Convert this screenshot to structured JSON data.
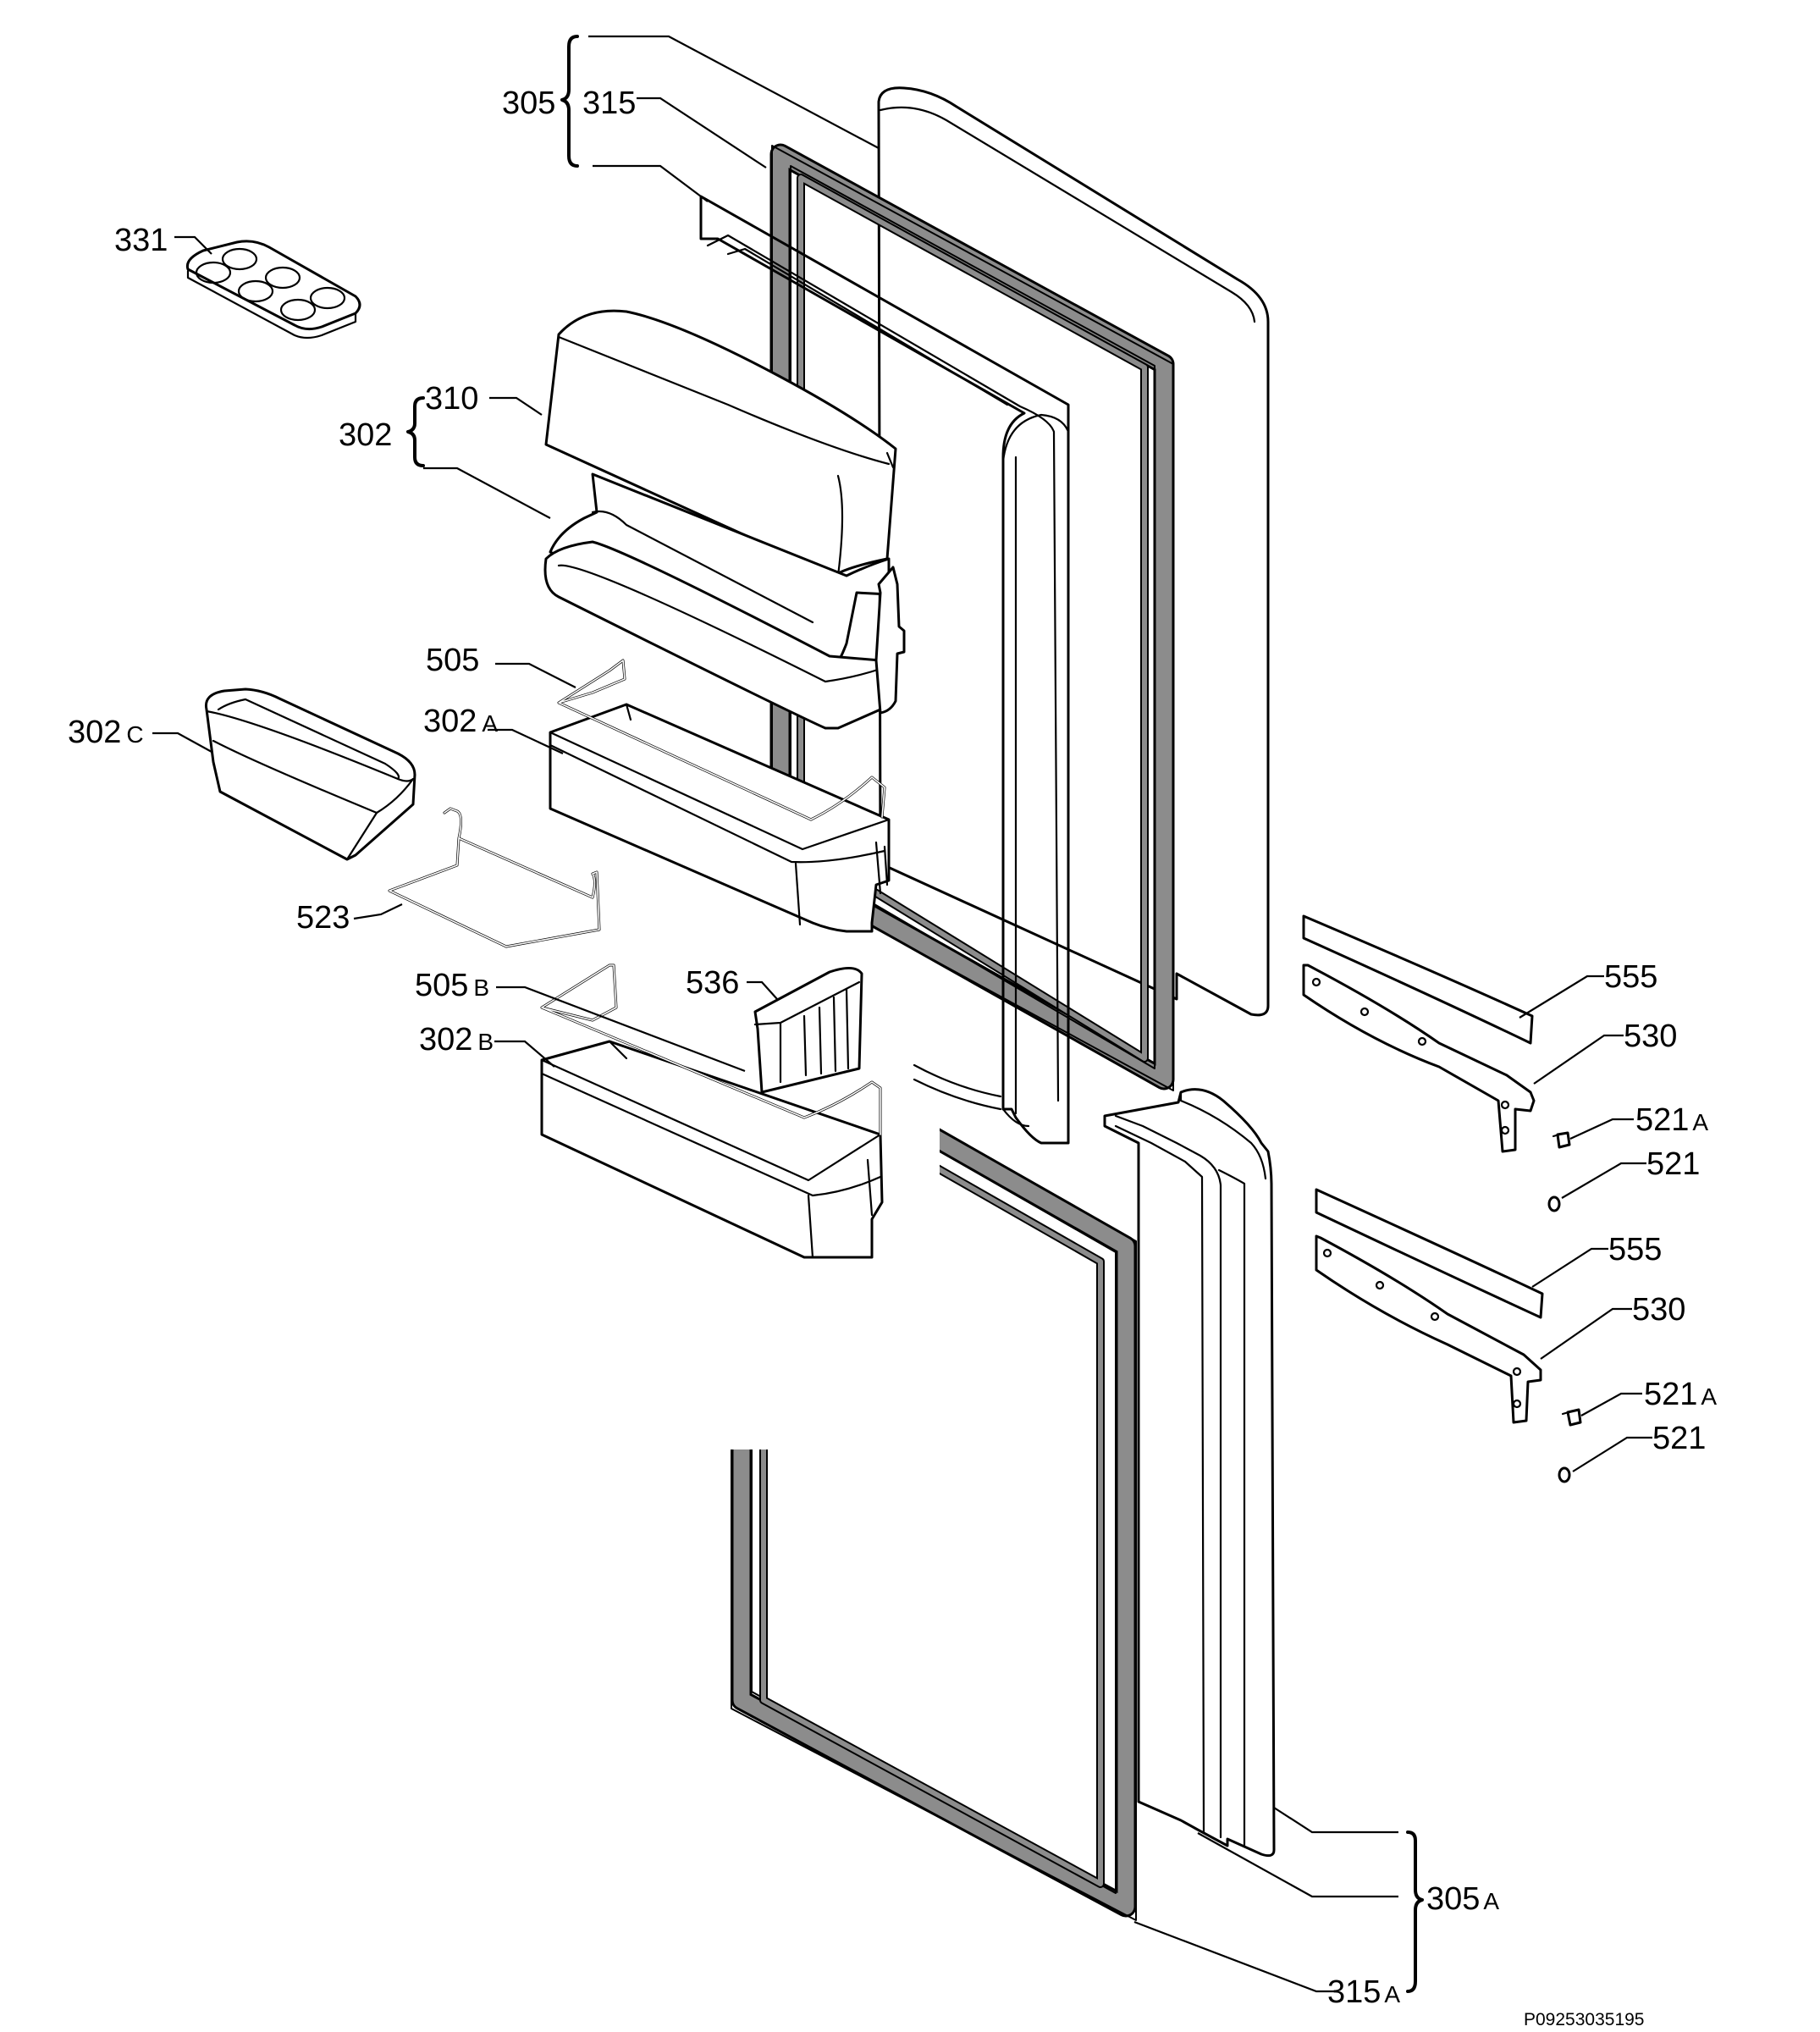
{
  "callouts": {
    "c305": "305",
    "c315": "315",
    "c331": "331",
    "c302": "302",
    "c310": "310",
    "c505": "505",
    "c302a_num": "302",
    "c302a_suf": "A",
    "c302c_num": "302",
    "c302c_suf": "C",
    "c523": "523",
    "c505b_num": "505",
    "c505b_suf": "B",
    "c536": "536",
    "c302b_num": "302",
    "c302b_suf": "B",
    "c555_top": "555",
    "c530_top": "530",
    "c521a_top_num": "521",
    "c521a_top_suf": "A",
    "c521_top": "521",
    "c555_bot": "555",
    "c530_bot": "530",
    "c521a_bot_num": "521",
    "c521a_bot_suf": "A",
    "c521_bot": "521",
    "c305a_num": "305",
    "c305a_suf": "A",
    "c315a_num": "315",
    "c315a_suf": "A"
  },
  "drawing_code": "P09253035195",
  "colors": {
    "line": "#000000",
    "gasket_fill": "#8c8c8c",
    "background": "#ffffff"
  }
}
